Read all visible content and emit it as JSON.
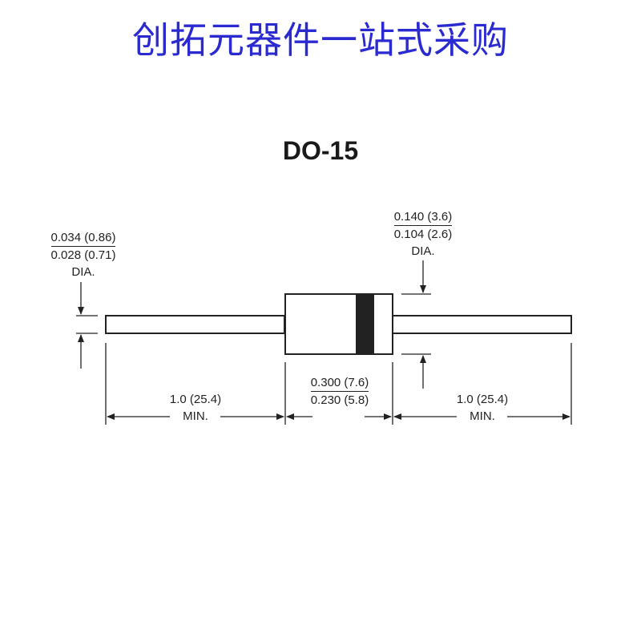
{
  "banner": {
    "text": "创拓元器件一站式采购",
    "color": "#2a2ad0"
  },
  "diagram": {
    "title": "DO-15",
    "lead_dia": {
      "max": "0.034 (0.86)",
      "min": "0.028 (0.71)",
      "suffix": "DIA."
    },
    "body_dia": {
      "max": "0.140 (3.6)",
      "min": "0.104 (2.6)",
      "suffix": "DIA."
    },
    "body_len": {
      "max": "0.300 (7.6)",
      "min": "0.230 (5.8)"
    },
    "left_lead_len": {
      "value": "1.0 (25.4)",
      "suffix": "MIN."
    },
    "right_lead_len": {
      "value": "1.0 (25.4)",
      "suffix": "MIN."
    }
  }
}
